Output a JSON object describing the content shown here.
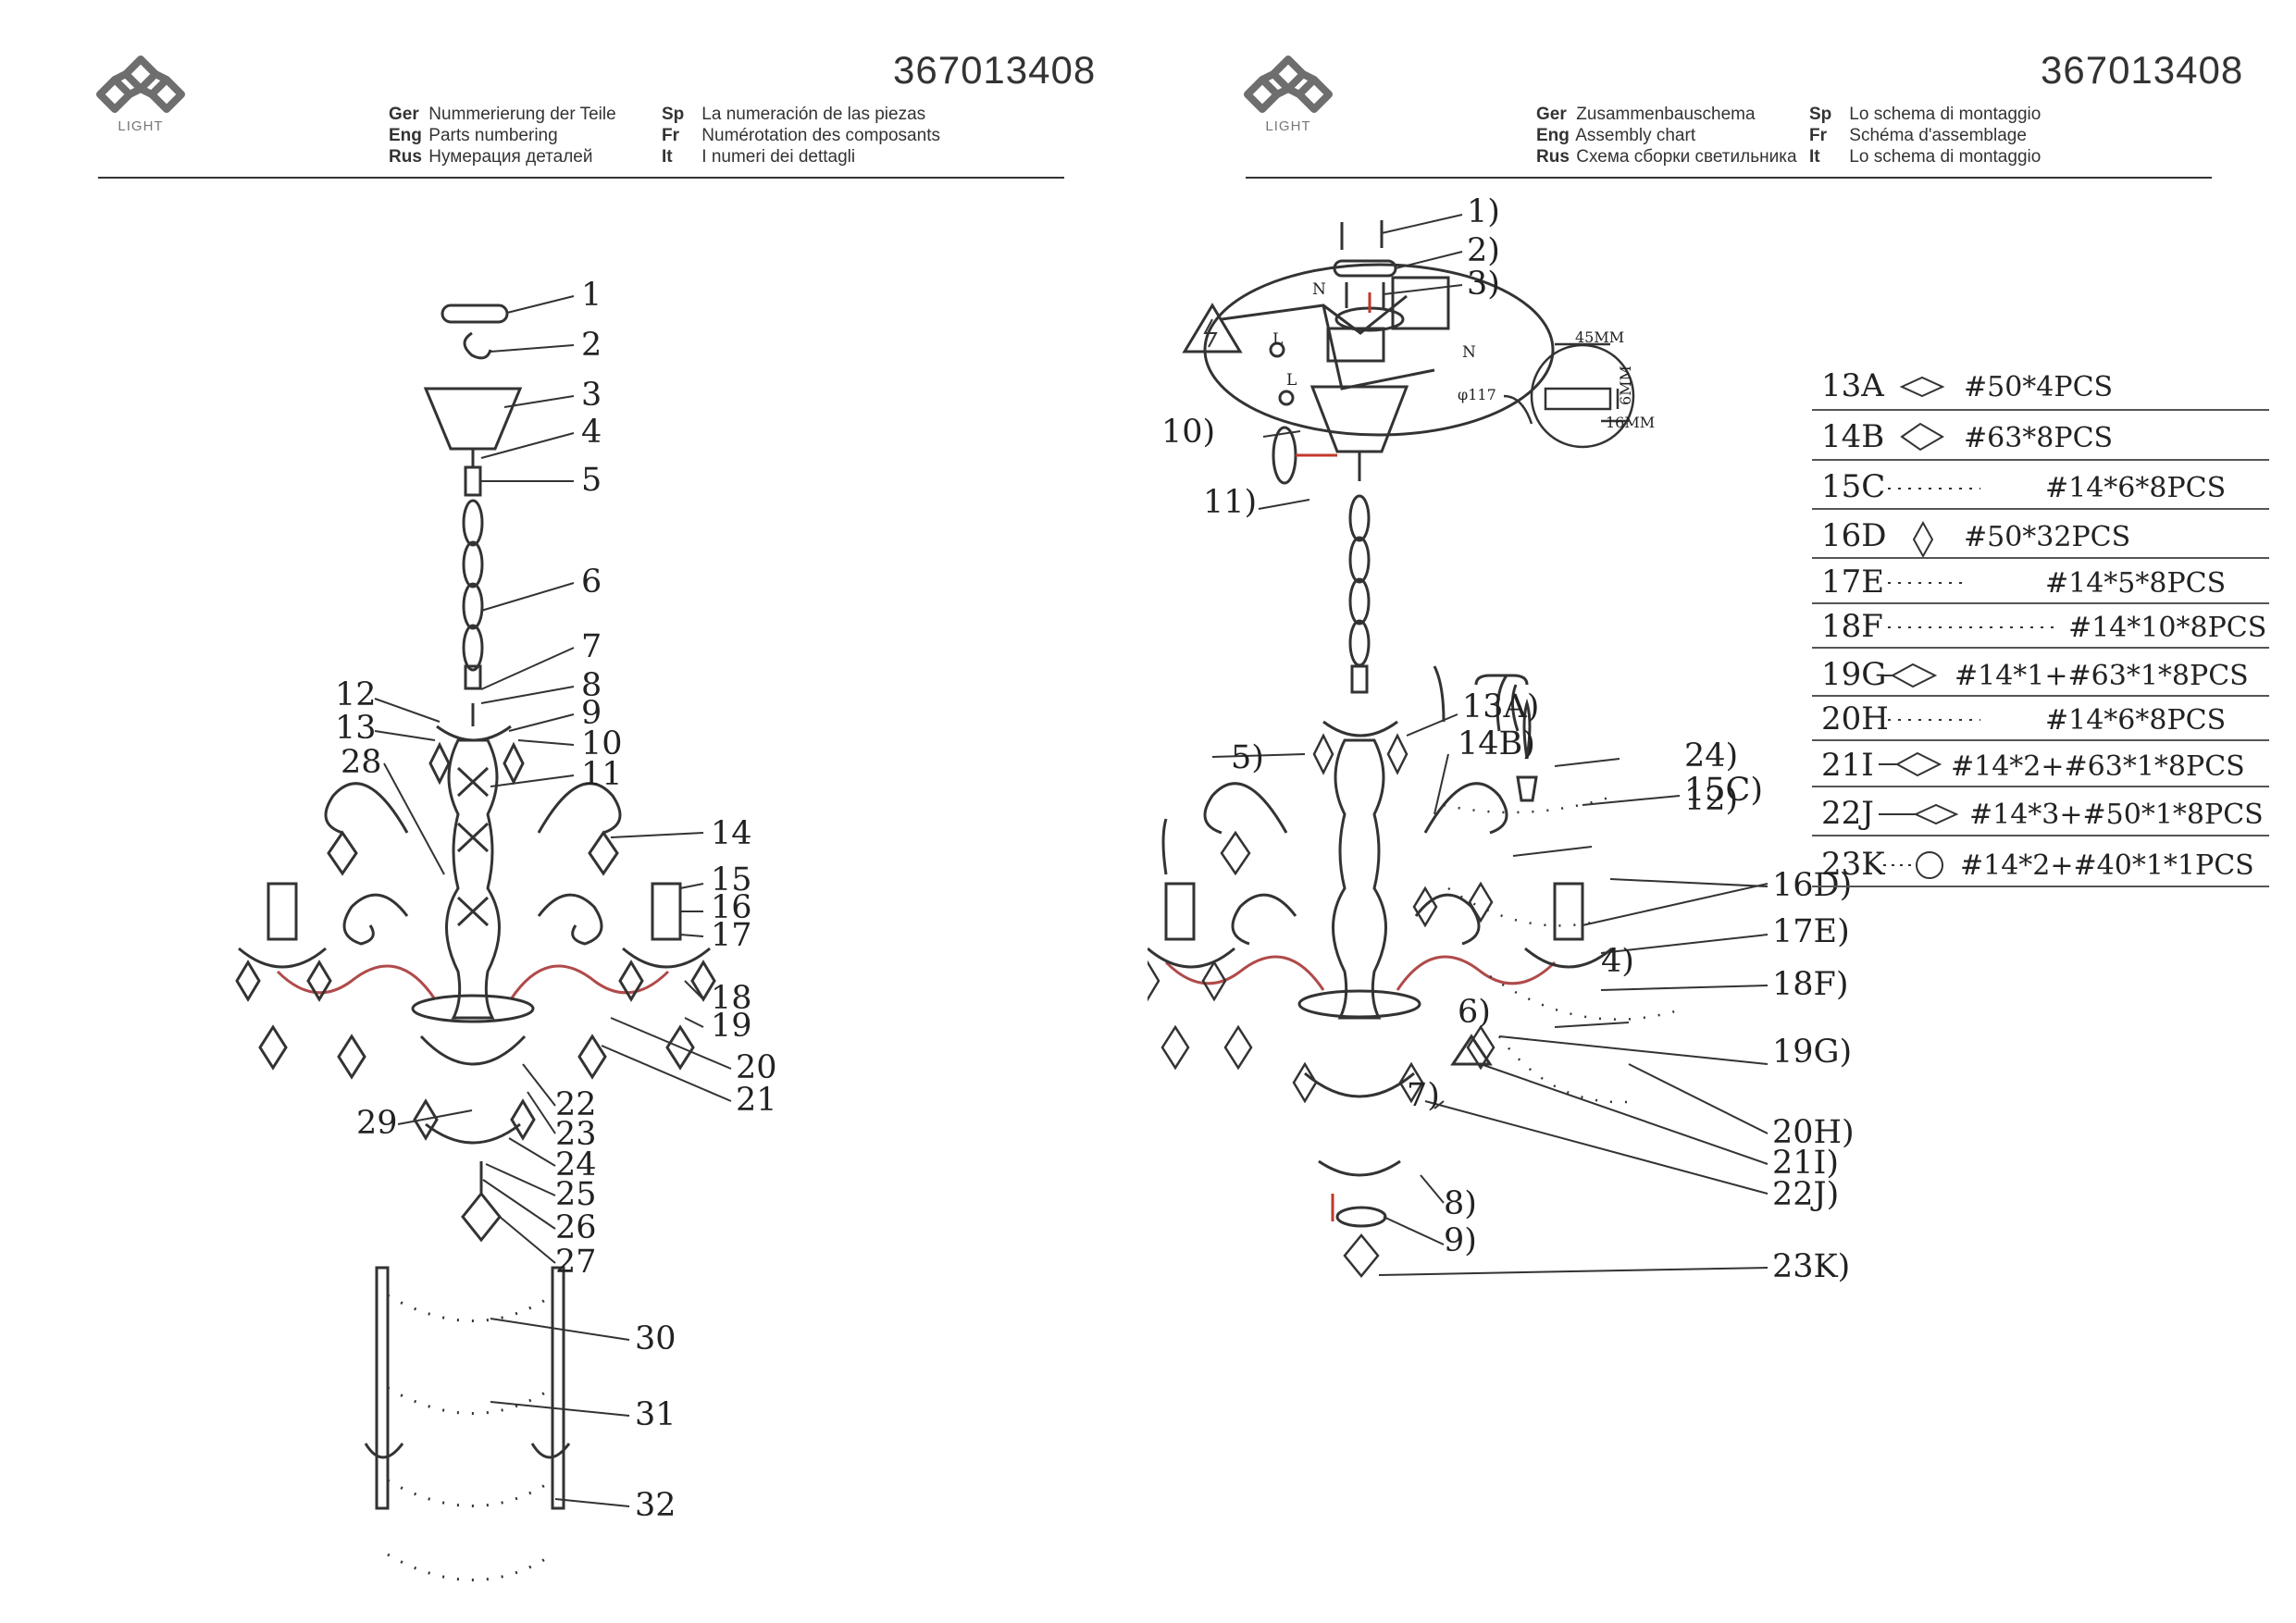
{
  "logo": {
    "sub": "LIGHT"
  },
  "left": {
    "doc_number": "367013408",
    "langs": [
      {
        "code": "Ger",
        "text": "Nummerierung der Teile"
      },
      {
        "code": "Eng",
        "text": "Parts numbering"
      },
      {
        "code": "Rus",
        "text": "Нумерация деталей"
      },
      {
        "code": "Sp",
        "text": "La numeración de las piezas"
      },
      {
        "code": "Fr",
        "text": "Numérotation des composants"
      },
      {
        "code": "It",
        "text": "I numeri dei dettagli"
      }
    ],
    "parts": [
      "1",
      "2",
      "3",
      "4",
      "5",
      "6",
      "7",
      "8",
      "9",
      "10",
      "11",
      "12",
      "13",
      "14",
      "15",
      "16",
      "17",
      "18",
      "19",
      "20",
      "21",
      "22",
      "23",
      "24",
      "25",
      "26",
      "27",
      "28",
      "29",
      "30",
      "31",
      "32"
    ]
  },
  "right": {
    "doc_number": "367013408",
    "langs": [
      {
        "code": "Ger",
        "text": "Zusammenbauschema"
      },
      {
        "code": "Eng",
        "text": "Assembly chart"
      },
      {
        "code": "Rus",
        "text": "Схема сборки светильника"
      },
      {
        "code": "Sp",
        "text": "Lo schema di montaggio"
      },
      {
        "code": "Fr",
        "text": "Schéma d'assemblage"
      },
      {
        "code": "It",
        "text": "Lo schema di montaggio"
      }
    ],
    "steps": [
      "1)",
      "2)",
      "3)",
      "4)",
      "5)",
      "6)",
      "7)",
      "8)",
      "9)",
      "10)",
      "11)",
      "12)",
      "13A)",
      "14B)",
      "15C)",
      "16D)",
      "17E)",
      "18F)",
      "19G)",
      "20H)",
      "21I)",
      "22J)",
      "23K)",
      "24)"
    ],
    "dims": {
      "width": "45MM",
      "height": "6MM",
      "depth": "16MM",
      "diameter": "φ117"
    },
    "wires": {
      "n": "N",
      "l": "L"
    },
    "crystals": [
      {
        "code": "13A",
        "spec": "#50*4PCS"
      },
      {
        "code": "14B",
        "spec": "#63*8PCS"
      },
      {
        "code": "15C",
        "spec": "#14*6*8PCS"
      },
      {
        "code": "16D",
        "spec": "#50*32PCS"
      },
      {
        "code": "17E",
        "spec": "#14*5*8PCS"
      },
      {
        "code": "18F",
        "spec": "#14*10*8PCS"
      },
      {
        "code": "19G",
        "spec": "#14*1+#63*1*8PCS"
      },
      {
        "code": "20H",
        "spec": "#14*6*8PCS"
      },
      {
        "code": "21I",
        "spec": "#14*2+#63*1*8PCS"
      },
      {
        "code": "22J",
        "spec": "#14*3+#50*1*8PCS"
      },
      {
        "code": "23K",
        "spec": "#14*2+#40*1*1PCS"
      }
    ]
  }
}
